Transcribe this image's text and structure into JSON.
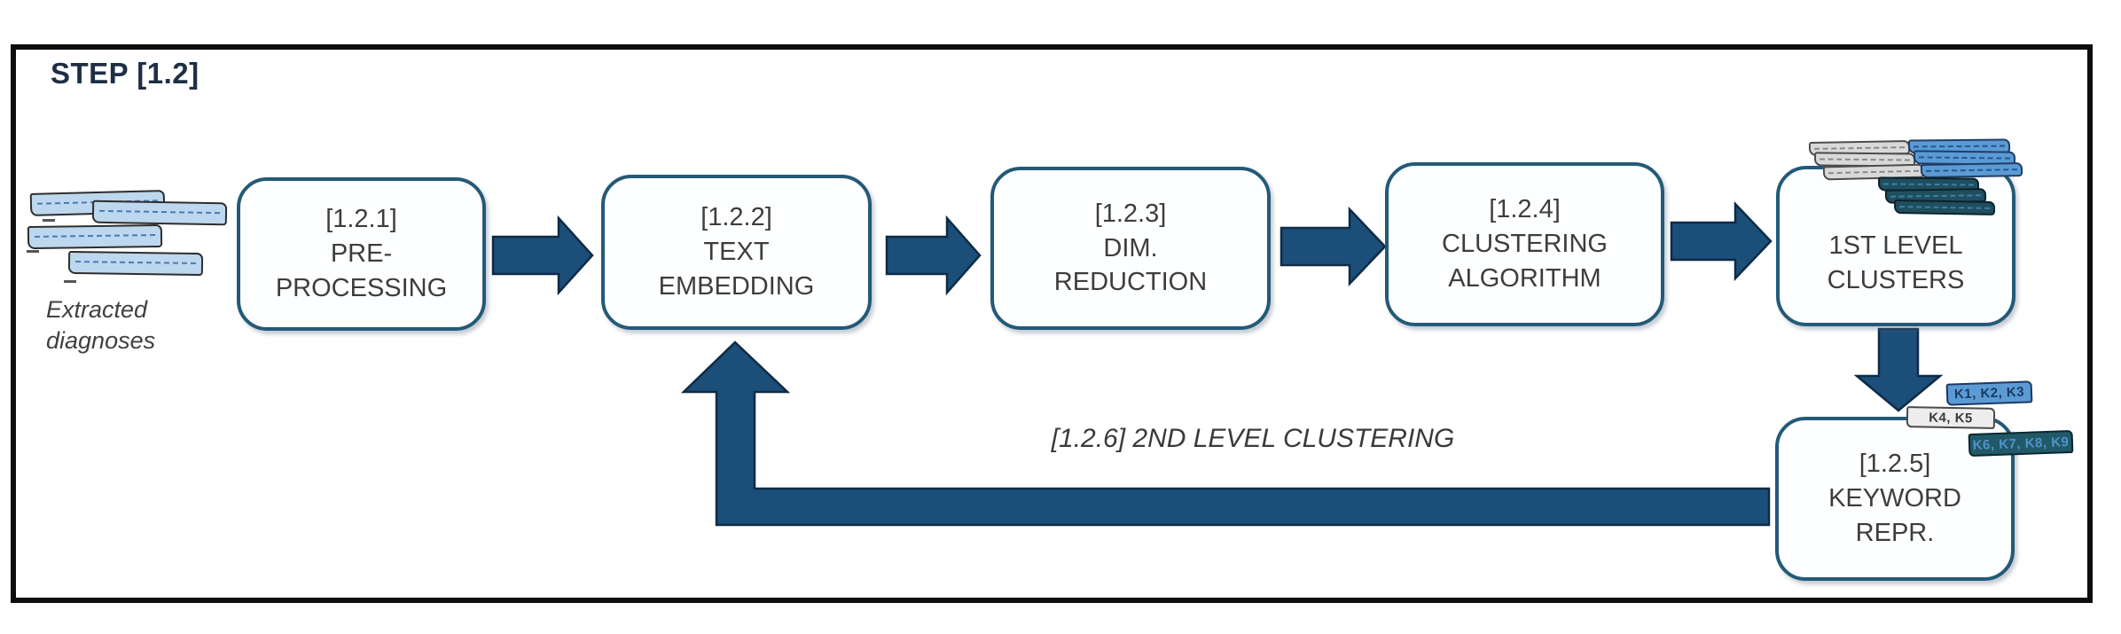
{
  "title": "STEP [1.2]",
  "input_label": "Extracted\ndiagnoses",
  "boxes": [
    {
      "id": "[1.2.1]",
      "name": "PRE-\nPROCESSING"
    },
    {
      "id": "[1.2.2]",
      "name": "TEXT\nEMBEDDING"
    },
    {
      "id": "[1.2.3]",
      "name": "DIM.\nREDUCTION"
    },
    {
      "id": "[1.2.4]",
      "name": "CLUSTERING\nALGORITHM"
    },
    {
      "id": "",
      "name": "1ST LEVEL\nCLUSTERS"
    },
    {
      "id": "[1.2.5]",
      "name": "KEYWORD\nREPR."
    }
  ],
  "feedback_label": "[1.2.6] 2ND LEVEL CLUSTERING",
  "keyword_tags": [
    {
      "label": "K1, K2, K3"
    },
    {
      "label": "K4, K5"
    },
    {
      "label": "K6, K7, K8, K9"
    }
  ],
  "colors": {
    "arrow_fill": "#1b4e79",
    "arrow_outline": "#0e2b46",
    "box_border": "#235a78",
    "frame_border": "#0d0d0d",
    "title_text": "#1e2f45",
    "box_text": "#3d3d3d",
    "doc_ribbon": "#bdd7ee",
    "cluster_gray": "#d9d9d9",
    "cluster_blue": "#5b9bd5",
    "cluster_dark": "#1f4e5f"
  }
}
